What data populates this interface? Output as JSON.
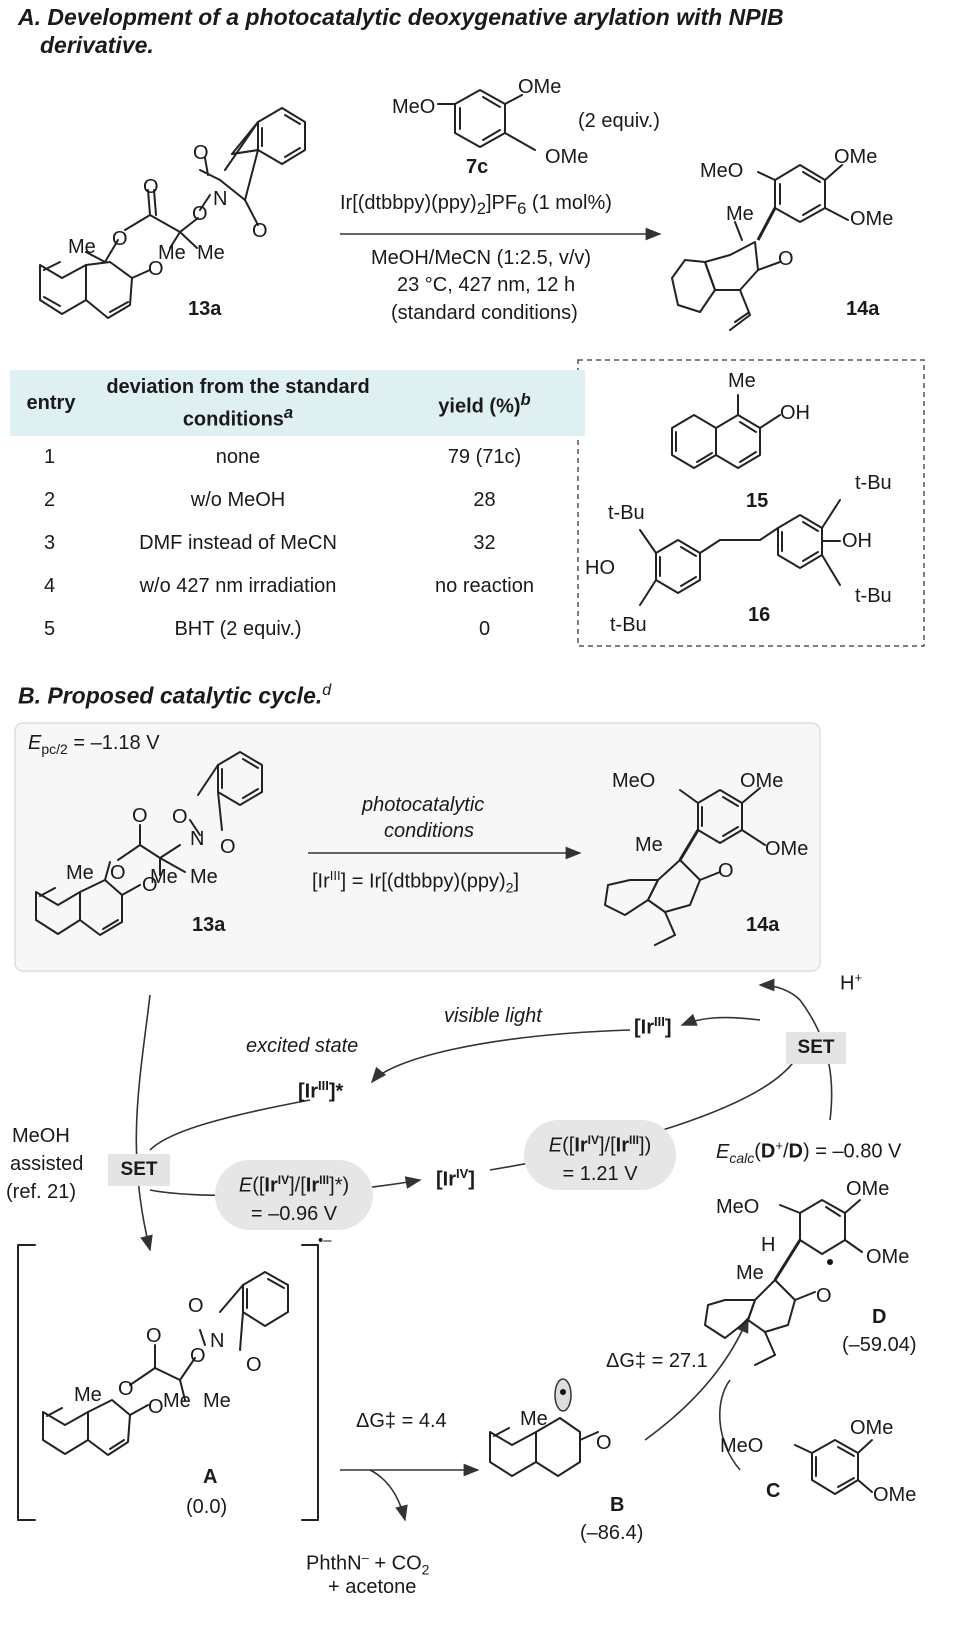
{
  "sectionA": {
    "title_line1": "A. Development of a photocatalytic deoxygenative arylation with NPIB",
    "title_line2": "derivative."
  },
  "reaction": {
    "reagent_label": "7c",
    "reagent_equiv": "(2 equiv.)",
    "catalyst": "Ir[(dtbbpy)(ppy)2]PF6 (1 mol%)",
    "solvent": "MeOH/MeCN (1:2.5, v/v)",
    "conditions": "23 °C, 427 nm, 12 h",
    "standard": "(standard conditions)",
    "substrate_label": "13a",
    "product_label": "14a"
  },
  "table": {
    "headers": [
      "entry",
      "deviation from the standard conditions",
      "yield (%)"
    ],
    "header_sup_a": "a",
    "header_sup_b": "b",
    "rows": [
      {
        "entry": "1",
        "deviation": "none",
        "yield": "79 (71c)"
      },
      {
        "entry": "2",
        "deviation": "w/o MeOH",
        "yield": "28"
      },
      {
        "entry": "3",
        "deviation": "DMF instead of MeCN",
        "yield": "32"
      },
      {
        "entry": "4",
        "deviation": "w/o 427 nm irradiation",
        "yield": "no reaction"
      },
      {
        "entry": "5",
        "deviation": "BHT (2 equiv.)",
        "yield": "0"
      }
    ]
  },
  "boxed": {
    "label15": "15",
    "label16": "16"
  },
  "sectionB": {
    "title": "B. Proposed catalytic cycle.",
    "sup": "d"
  },
  "inset": {
    "epc": "Epc/2 = –1.18 V",
    "arrow_top": "photocatalytic",
    "arrow_mid": "conditions",
    "ir_def": "[IrIII] = Ir[(dtbbpy)(ppy)2]",
    "substrate_label": "13a",
    "product_label": "14a"
  },
  "cycle": {
    "visible_light": "visible light",
    "excited_state": "excited state",
    "ir3": "[IrIII]",
    "ir3_star": "[IrIII]*",
    "ir4": "[IrIV]",
    "set": "SET",
    "h_plus": "H+",
    "meoh_1": "MeOH",
    "meoh_2": "assisted",
    "meoh_3": "(ref. 21)",
    "pot1_line1": "E([IrIV]/[IrIII]*)",
    "pot1_line2": "= –0.96 V",
    "pot2_line1": "E([IrIV]/[IrIII])",
    "pot2_line2": "= 1.21 V",
    "ecalc": "Ecalc(D+/D) = –0.80 V",
    "dg1": "ΔG‡ = 4.4",
    "dg2": "ΔG‡ = 27.1",
    "byproducts_1": "PhthN– + CO2",
    "byproducts_2": "+ acetone",
    "label_A": "A",
    "energy_A": "(0.0)",
    "label_B": "B",
    "energy_B": "(–86.4)",
    "label_C": "C",
    "label_D": "D",
    "energy_D": "(–59.04)"
  },
  "atoms": {
    "MeO": "MeO",
    "OMe": "OMe",
    "Me": "Me",
    "O": "O",
    "N": "N",
    "OH": "OH",
    "HO": "HO",
    "tBu": "t-Bu",
    "H": "H"
  }
}
